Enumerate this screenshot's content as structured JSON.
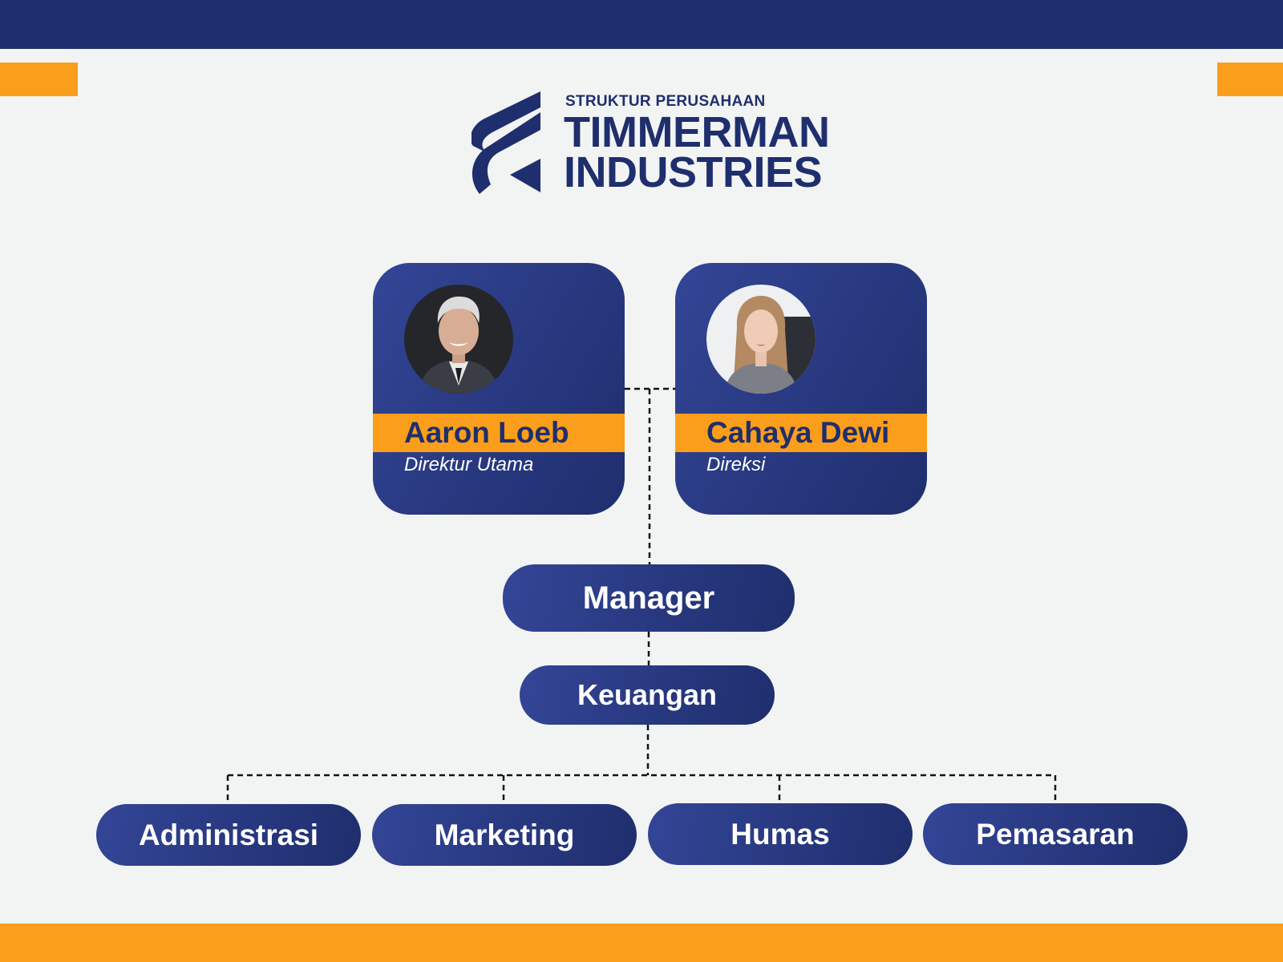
{
  "header": {
    "subtitle": "STRUKTUR PERUSAHAAN",
    "company_line1": "TIMMERMAN",
    "company_line2": "INDUSTRIES",
    "logo_icon": "stylized-s-logo-icon"
  },
  "colors": {
    "navy": "#1f2e6d",
    "navy_light": "#334596",
    "orange": "#fb9e1b",
    "background": "#f2f4f3"
  },
  "leaders": [
    {
      "name": "Aaron Loeb",
      "role": "Direktur Utama",
      "photo": "portrait-older-man-grey-hair"
    },
    {
      "name": "Cahaya Dewi",
      "role": "Direksi",
      "photo": "portrait-young-woman-blonde-hair"
    }
  ],
  "manager": "Manager",
  "finance": "Keuangan",
  "departments": [
    "Administrasi",
    "Marketing",
    "Humas",
    "Pemasaran"
  ]
}
